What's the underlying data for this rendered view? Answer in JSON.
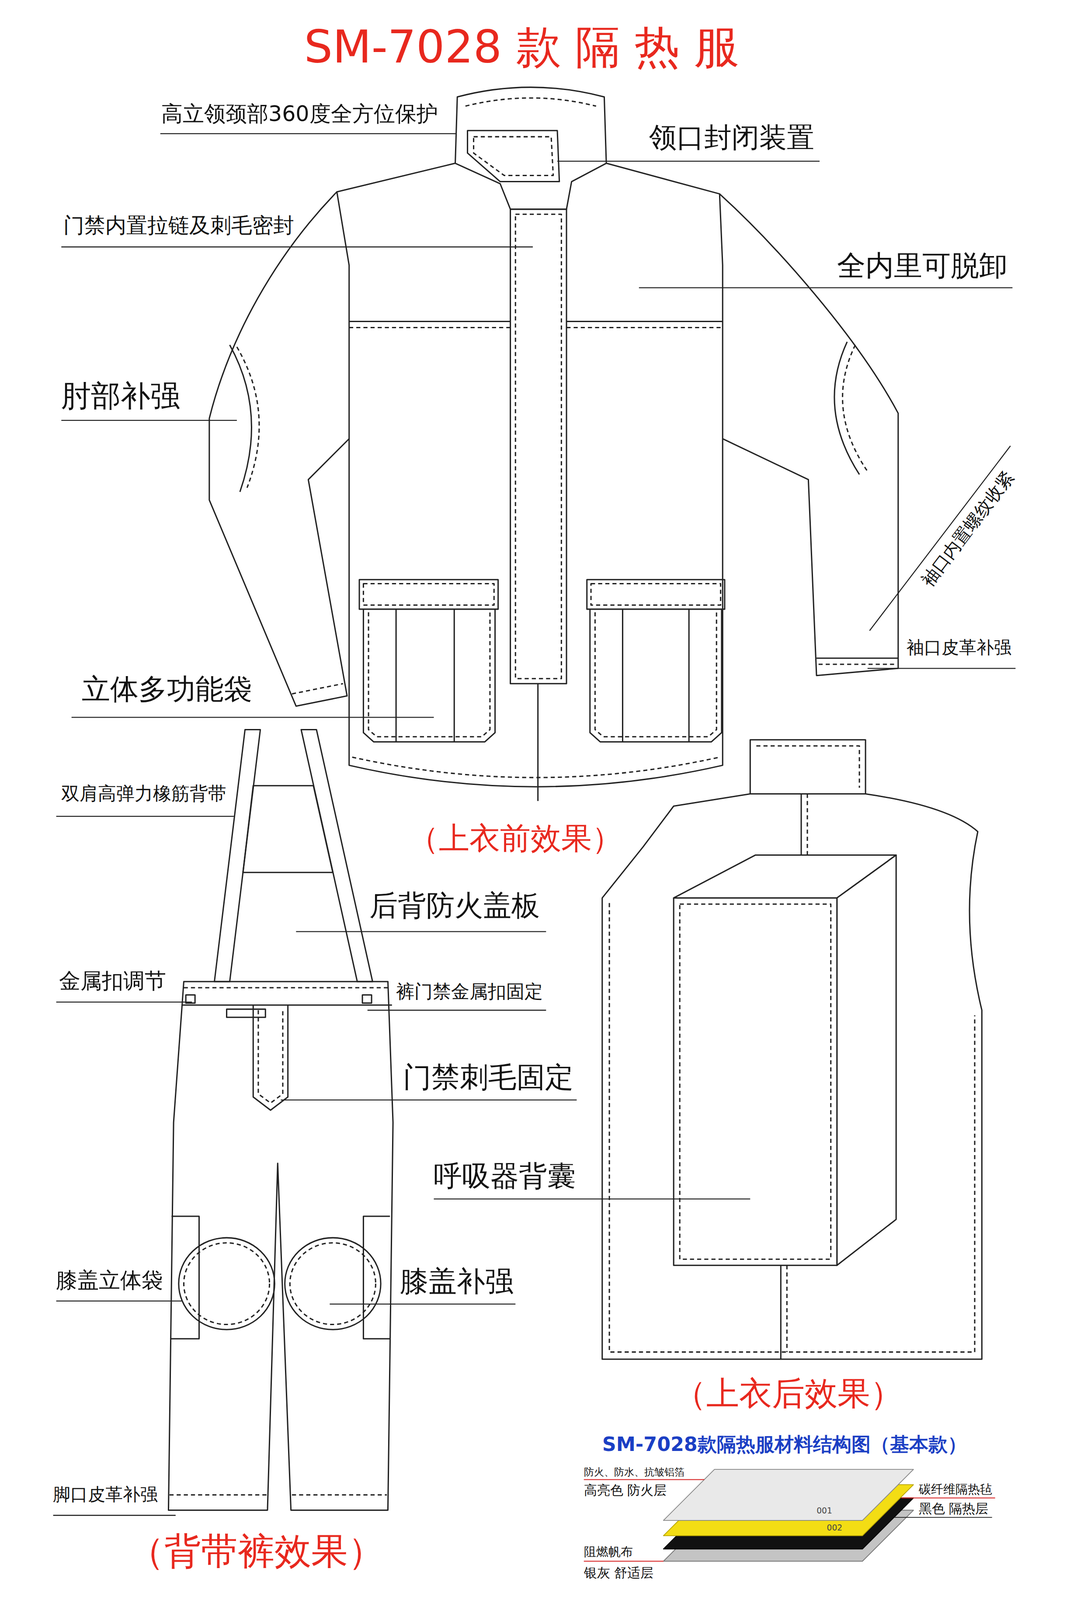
{
  "diagram": {
    "title": "SM-7028 款 隔 热 服",
    "labels": [
      "高立领颈部360度全方位保护",
      "领口封闭装置",
      "门禁内置拉链及刺毛密封",
      "全内里可脱卸",
      "肘部补强",
      "袖口内置螺纹收紧",
      "袖口皮革补强",
      "立体多功能袋",
      "（上衣前效果）",
      "双肩高弹力橡筋背带",
      "后背防火盖板",
      "金属扣调节",
      "裤门禁金属扣固定",
      "门禁刺毛固定",
      "呼吸器背囊",
      "膝盖立体袋",
      "膝盖补强",
      "脚口皮革补强",
      "（背带裤效果）",
      "（上衣后效果）",
      "SM-7028款隔热服材料结构图（基本款）",
      "防火、防水、抗皱铝箔",
      "高亮色 防火层",
      "碳纤维隔热毡",
      "黑色 隔热层",
      "001",
      "002",
      "阻燃帆布",
      "银灰 舒适层"
    ]
  }
}
